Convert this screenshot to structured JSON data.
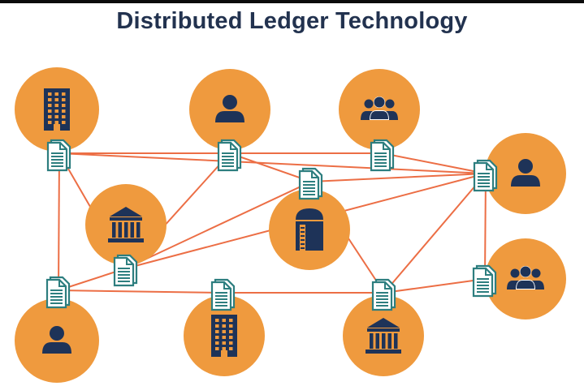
{
  "title": "Distributed Ledger Technology",
  "colors": {
    "node_fill": "#EF9A3E",
    "icon_fill": "#1E3358",
    "link_stroke": "#EC6E45",
    "ledger_stroke": "#2D7E7F",
    "ledger_fill": "#FFFFFF",
    "title_color": "#22324F"
  },
  "nodes": [
    {
      "id": "n1",
      "icon": "office-building-icon"
    },
    {
      "id": "n2",
      "icon": "user-icon"
    },
    {
      "id": "n3",
      "icon": "user-group-icon"
    },
    {
      "id": "n4",
      "icon": "bank-icon"
    },
    {
      "id": "n5",
      "icon": "storage-silo-icon"
    },
    {
      "id": "n6",
      "icon": "user-icon"
    },
    {
      "id": "n7",
      "icon": "user-group-icon"
    },
    {
      "id": "n8",
      "icon": "user-icon"
    },
    {
      "id": "n9",
      "icon": "office-building-icon"
    },
    {
      "id": "n10",
      "icon": "bank-icon"
    }
  ],
  "ledger_icon": "ledger-document-icon"
}
